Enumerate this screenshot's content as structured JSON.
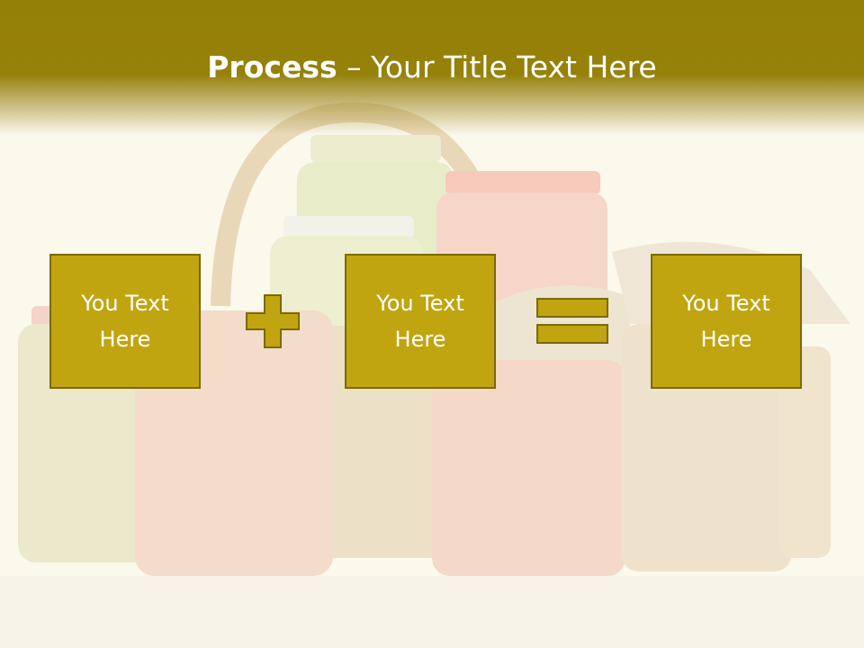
{
  "slide": {
    "title_bold": "Process",
    "title_dash": " – ",
    "title_rest": "Your Title Text Here"
  },
  "boxes": [
    {
      "text": "You Text Here"
    },
    {
      "text": "You Text Here"
    },
    {
      "text": "You Text Here"
    }
  ],
  "operators": [
    "plus-icon",
    "equals-icon"
  ],
  "colors": {
    "header": "#958007",
    "box_fill": "#c0a510",
    "box_border": "#7a6a06",
    "operator_fill": "#c0a510",
    "background": "#fbf8ec"
  }
}
